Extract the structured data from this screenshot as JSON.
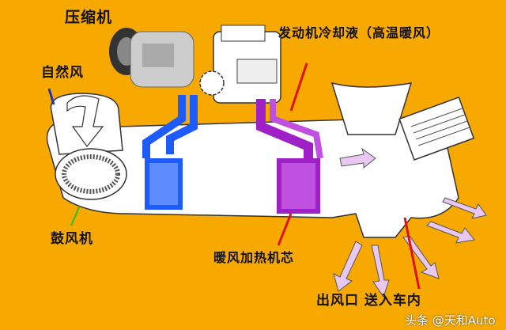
{
  "labels": {
    "compressor": "压缩机",
    "natural_air": "自然风",
    "coolant": "发动机冷却液（高温暖风）",
    "blower": "鼓风机",
    "heater_core": "暖风加热机芯",
    "outlet": "出风口 送入车内"
  },
  "watermark": "头条 @天和Auto",
  "colors": {
    "background": "#F8A900",
    "evaporator": "#1E5BFF",
    "heater_core": "#A020C8",
    "pointer_arrows": "#E01010",
    "airflow_arrows": "#E8C8F0"
  }
}
